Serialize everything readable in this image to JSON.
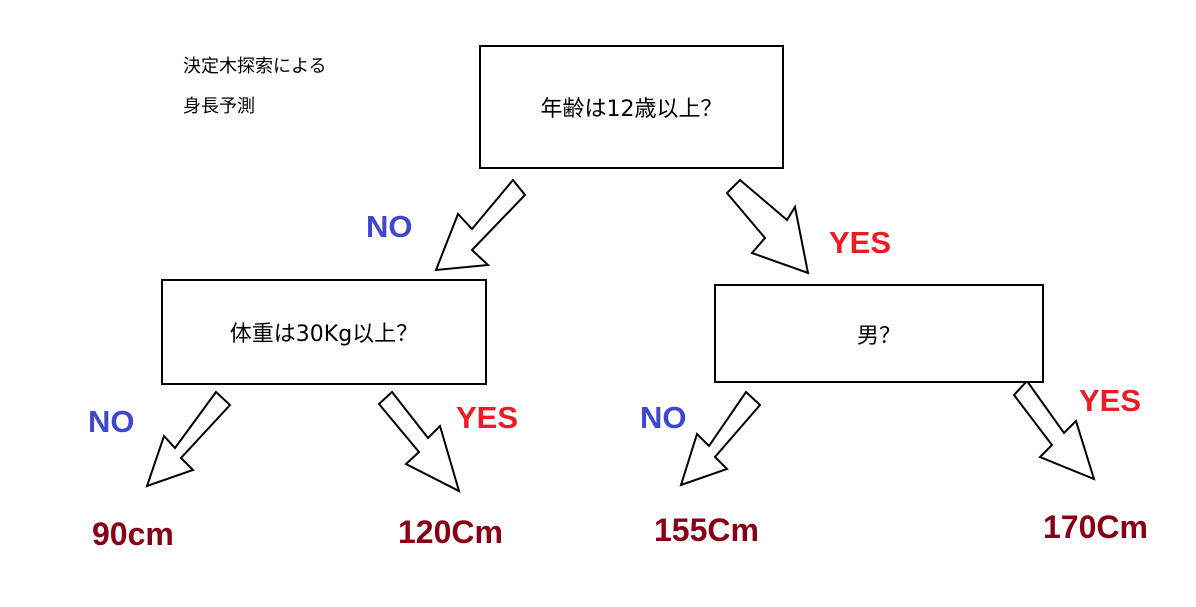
{
  "title": {
    "line1": "決定木探索による",
    "line2": "身長予測"
  },
  "nodes": {
    "root": "年齢は12歳以上？",
    "left": "体重は30Kg以上？",
    "right": "男？"
  },
  "edges": {
    "root_no": "NO",
    "root_yes": "YES",
    "left_no": "NO",
    "left_yes": "YES",
    "right_no": "NO",
    "right_yes": "YES"
  },
  "leaves": {
    "left_no": "90cm",
    "left_yes": "120Cm",
    "right_no": "155Cm",
    "right_yes": "170Cm"
  },
  "colors": {
    "no": "#3f48cc",
    "yes": "#ed1c24",
    "leaf": "#880015",
    "stroke": "#000000"
  }
}
